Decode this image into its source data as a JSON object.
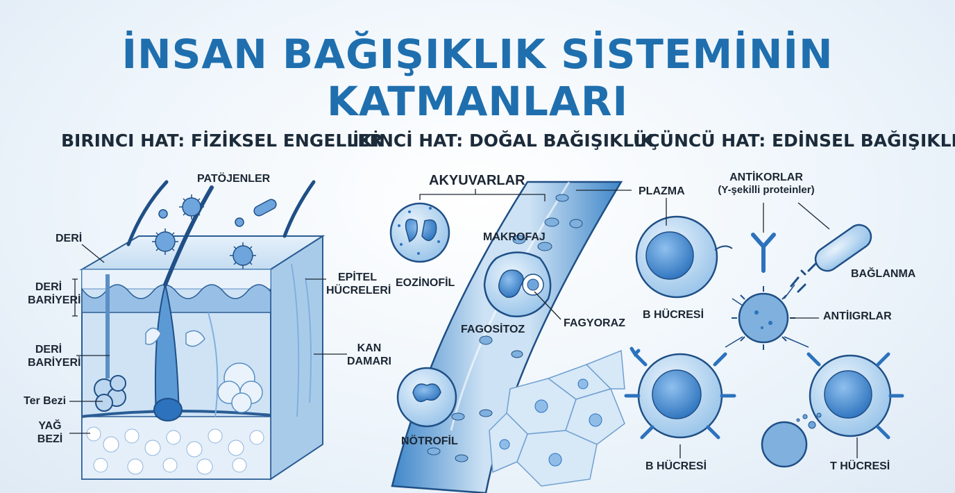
{
  "title": "İNSAN BAĞIŞIKLIK SİSTEMİNİN KATMANLARI",
  "sections": {
    "first": "BIRINCI HAT: FİZİKSEL ENGELLER",
    "second": "İKİNCİ HAT: DOĞAL BAĞIŞIKLIK",
    "third": "ÜÇÜNCÜ HAT: EDİNSEL BAĞIŞIKLIK"
  },
  "labels": {
    "pathogens": "PATÖJENLER",
    "skin": "DERİ",
    "skin_barrier_1a": "DERİ",
    "skin_barrier_1b": "BARİYERİ",
    "skin_barrier_2a": "DERİ",
    "skin_barrier_2b": "BARİYERİ",
    "sweat_gland": "Ter Bezi",
    "fat_gland_a": "YAĞ",
    "fat_gland_b": "BEZİ",
    "epithelial_a": "EPİTEL",
    "epithelial_b": "HÜCRELERİ",
    "blood_vessel_a": "KAN",
    "blood_vessel_b": "DAMARI",
    "leukocytes": "AKYUVARLAR",
    "eosinophil": "EOZİNOFİL",
    "macrophage": "MAKROFAJ",
    "phagocytosis": "FAGOSİTOZ",
    "phagosome": "FAGYORAZ",
    "neutrophil": "NÖTROFİL",
    "plasma": "PLAZMA",
    "antibodies_a": "ANTİKORLAR",
    "antibodies_b": "(Y-şekilli proteinler)",
    "binding": "BAĞLANMA",
    "b_cell_1": "B HÜCRESİ",
    "antigens": "ANTİIGRLAR",
    "b_cell_2": "B HÜCRESİ",
    "t_cell": "T HÜCRESİ"
  },
  "colors": {
    "title": "#1f6fae",
    "cell_blue": "#4a90d0",
    "light_blue": "#cfe3f5",
    "outline": "#1f4f86"
  }
}
